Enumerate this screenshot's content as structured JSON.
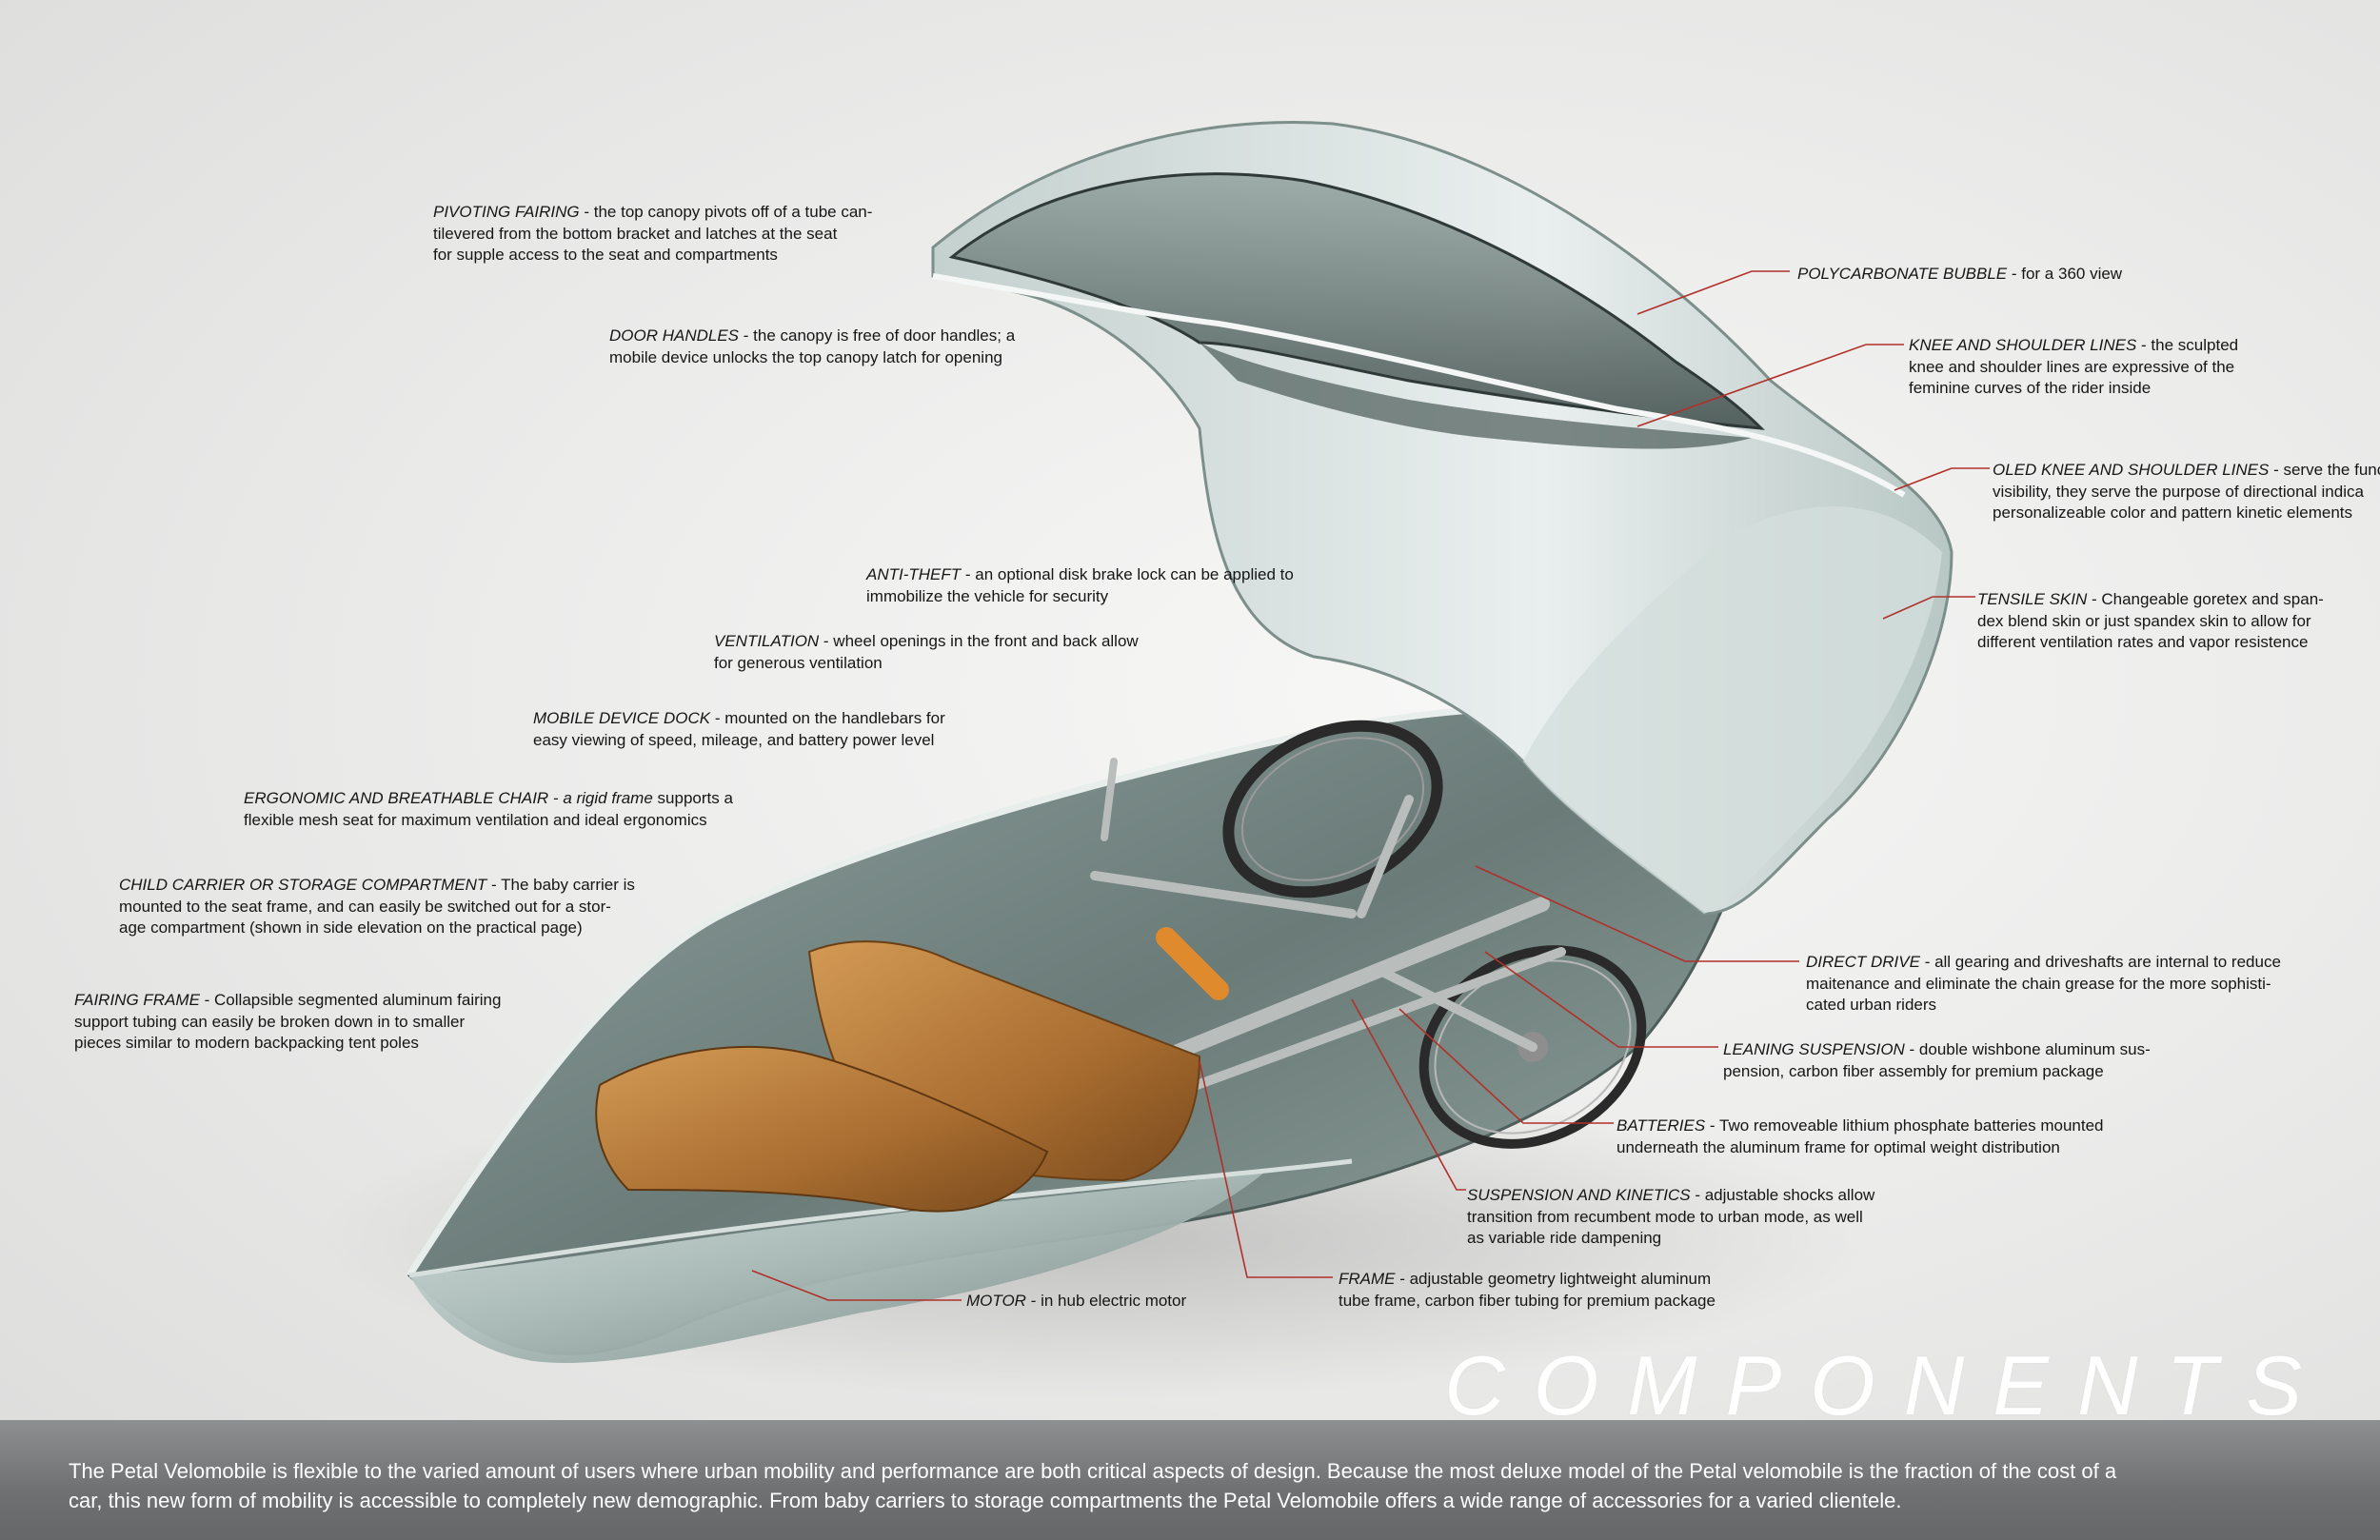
{
  "heading": "COMPONENTS",
  "intro": {
    "line1": "The Petal Velomobile is flexible to the varied amount of users where urban mobility and performance are both critical aspects of design.  Because the most deluxe model of the Petal velomobile is the fraction of the cost of a",
    "line2": "car, this new form of mobility is accessible to completely new demographic.  From baby carriers to storage compartments the Petal Velomobile offers a wide range of accessories for a varied clientele."
  },
  "callouts": {
    "pivoting_fairing": {
      "title": "PIVOTING FAIRING",
      "lines": [
        " - the top canopy pivots off of a tube can-",
        "tilevered from the bottom bracket and latches at the seat",
        "for supple access to the seat and compartments"
      ]
    },
    "door_handles": {
      "title": "DOOR HANDLES",
      "lines": [
        " - the canopy is free of door handles; a",
        "mobile device unlocks the top canopy latch for opening"
      ]
    },
    "polycarbonate_bubble": {
      "title": "POLYCARBONATE BUBBLE",
      "lines": [
        " - for a 360 view"
      ]
    },
    "knee_shoulder_lines": {
      "title": "KNEE AND SHOULDER LINES",
      "lines": [
        " - the sculpted",
        "knee and shoulder lines are expressive of the",
        "feminine curves of the rider inside"
      ]
    },
    "oled_lines": {
      "title": "OLED KNEE AND SHOULDER LINES",
      "lines": [
        " - serve the functi",
        "visibility, they serve the purpose of directional indica",
        "personalizeable color and pattern kinetic elements"
      ]
    },
    "anti_theft": {
      "title": "ANTI-THEFT",
      "lines": [
        " - an optional disk brake lock can be applied to",
        "immobilize the vehicle for security"
      ]
    },
    "tensile_skin": {
      "title": "TENSILE SKIN",
      "lines": [
        " - Changeable goretex and span-",
        "dex blend skin or just spandex skin to allow for",
        "different ventilation rates and vapor resistence"
      ]
    },
    "ventilation": {
      "title": "VENTILATION",
      "lines": [
        " - wheel openings in the front and back allow",
        "for generous ventilation"
      ]
    },
    "mobile_dock": {
      "title": "MOBILE DEVICE DOCK",
      "lines": [
        " - mounted on the handlebars for",
        "easy viewing of speed, mileage, and battery power level"
      ]
    },
    "ergonomic_chair": {
      "title": "ERGONOMIC AND BREATHABLE CHAIR - a rigid frame",
      "lines": [
        " supports a",
        "flexible mesh seat for maximum ventilation and ideal ergonomics"
      ]
    },
    "child_carrier": {
      "title": "CHILD CARRIER OR STORAGE COMPARTMENT",
      "lines": [
        " - The baby carrier is",
        "mounted to the seat frame, and can easily be switched out for a stor-",
        "age compartment (shown in side elevation on the practical page)"
      ]
    },
    "fairing_frame": {
      "title": "FAIRING FRAME",
      "lines": [
        " - Collapsible segmented aluminum fairing",
        "support tubing can easily be broken down in to smaller",
        "pieces similar to modern backpacking tent poles"
      ]
    },
    "direct_drive": {
      "title": "DIRECT DRIVE",
      "lines": [
        " - all gearing and driveshafts are internal to reduce",
        "maitenance and eliminate the chain grease for the more sophisti-",
        "cated urban riders"
      ]
    },
    "leaning_suspension": {
      "title": "LEANING SUSPENSION",
      "lines": [
        " - double wishbone aluminum sus-",
        "pension, carbon fiber assembly for premium package"
      ]
    },
    "batteries": {
      "title": "BATTERIES",
      "lines": [
        " - Two removeable lithium phosphate batteries mounted",
        "underneath the aluminum frame for optimal weight distribution"
      ]
    },
    "suspension_kinetics": {
      "title": "SUSPENSION AND KINETICS",
      "lines": [
        " - adjustable shocks allow",
        "transition from recumbent mode to urban mode, as well",
        "as variable ride dampening"
      ]
    },
    "frame": {
      "title": "FRAME",
      "lines": [
        " - adjustable geometry lightweight aluminum",
        "tube frame, carbon fiber tubing for premium package"
      ]
    },
    "motor": {
      "title": "MOTOR",
      "lines": [
        " - in hub electric motor"
      ]
    }
  },
  "colors": {
    "leader": "#b0302a",
    "shell": "#a9bcb8",
    "shell_dark": "#5d706d",
    "seat": "#b57a3a",
    "banner_text": "#ffffff"
  }
}
